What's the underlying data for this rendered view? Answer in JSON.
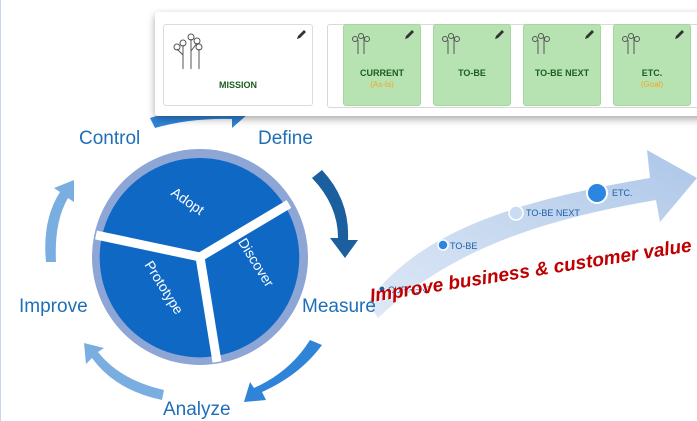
{
  "cards": [
    {
      "title": "MISSION",
      "sub": ""
    },
    {
      "title": "CURRENT",
      "sub": "(As-Is)"
    },
    {
      "title": "TO-BE",
      "sub": ""
    },
    {
      "title": "TO-BE NEXT",
      "sub": ""
    },
    {
      "title": "ETC.",
      "sub": "(Goal)"
    }
  ],
  "cycle": {
    "define": "Define",
    "measure": "Measure",
    "analyze": "Analyze",
    "improve": "Improve",
    "control": "Control"
  },
  "wheel": {
    "adopt": "Adopt",
    "discover": "Discover",
    "prototype": "Prototype"
  },
  "roadmap": {
    "nodes": [
      "CURRENT",
      "TO-BE",
      "TO-BE NEXT",
      "ETC."
    ],
    "slogan": "Improve business & customer value"
  },
  "colors": {
    "wheel_fill": "#0f68c4",
    "wheel_ring": "#8ea6d6",
    "cycle_arrow": "#7aaee0",
    "card_green": "#b7e3b2",
    "slogan": "#c00000"
  },
  "icons": {
    "card_icon": "tree-icon",
    "edit_icon": "pencil-icon"
  }
}
